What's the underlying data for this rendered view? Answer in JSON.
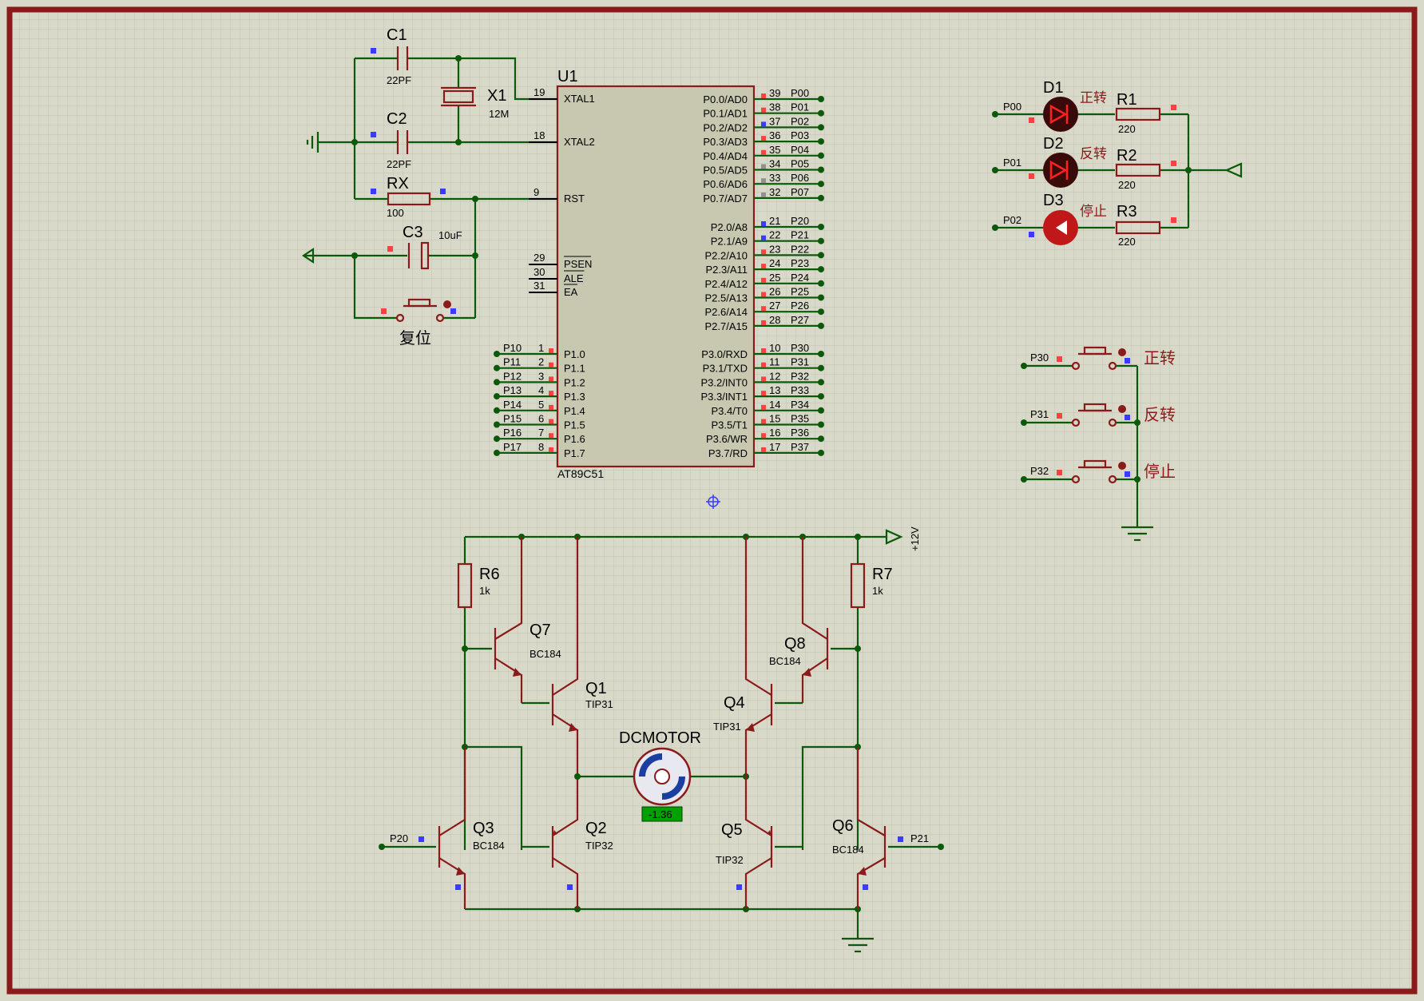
{
  "title": "",
  "colors": {
    "background": "#d9d9c9",
    "border": "#8b1a1a",
    "wire": "#0a5a0a",
    "component": "#8b1a1a",
    "chip_fill": "#c8c8b0",
    "meter": "#00a000"
  },
  "mcu": {
    "ref": "U1",
    "part": "AT89C51",
    "left_pins": [
      {
        "num": "19",
        "name": "XTAL1"
      },
      {
        "num": "18",
        "name": "XTAL2"
      },
      {
        "num": "9",
        "name": "RST"
      },
      {
        "num": "29",
        "name": "PSEN"
      },
      {
        "num": "30",
        "name": "ALE"
      },
      {
        "num": "31",
        "name": "EA"
      }
    ],
    "p1_pins": [
      {
        "net": "P10",
        "num": "1",
        "name": "P1.0"
      },
      {
        "net": "P11",
        "num": "2",
        "name": "P1.1"
      },
      {
        "net": "P12",
        "num": "3",
        "name": "P1.2"
      },
      {
        "net": "P13",
        "num": "4",
        "name": "P1.3"
      },
      {
        "net": "P14",
        "num": "5",
        "name": "P1.4"
      },
      {
        "net": "P15",
        "num": "6",
        "name": "P1.5"
      },
      {
        "net": "P16",
        "num": "7",
        "name": "P1.6"
      },
      {
        "net": "P17",
        "num": "8",
        "name": "P1.7"
      }
    ],
    "p0_pins": [
      {
        "num": "39",
        "name": "P0.0/AD0",
        "net": "P00"
      },
      {
        "num": "38",
        "name": "P0.1/AD1",
        "net": "P01"
      },
      {
        "num": "37",
        "name": "P0.2/AD2",
        "net": "P02"
      },
      {
        "num": "36",
        "name": "P0.3/AD3",
        "net": "P03"
      },
      {
        "num": "35",
        "name": "P0.4/AD4",
        "net": "P04"
      },
      {
        "num": "34",
        "name": "P0.5/AD5",
        "net": "P05"
      },
      {
        "num": "33",
        "name": "P0.6/AD6",
        "net": "P06"
      },
      {
        "num": "32",
        "name": "P0.7/AD7",
        "net": "P07"
      }
    ],
    "p2_pins": [
      {
        "num": "21",
        "name": "P2.0/A8",
        "net": "P20"
      },
      {
        "num": "22",
        "name": "P2.1/A9",
        "net": "P21"
      },
      {
        "num": "23",
        "name": "P2.2/A10",
        "net": "P22"
      },
      {
        "num": "24",
        "name": "P2.3/A11",
        "net": "P23"
      },
      {
        "num": "25",
        "name": "P2.4/A12",
        "net": "P24"
      },
      {
        "num": "26",
        "name": "P2.5/A13",
        "net": "P25"
      },
      {
        "num": "27",
        "name": "P2.6/A14",
        "net": "P26"
      },
      {
        "num": "28",
        "name": "P2.7/A15",
        "net": "P27"
      }
    ],
    "p3_pins": [
      {
        "num": "10",
        "name": "P3.0/RXD",
        "net": "P30"
      },
      {
        "num": "11",
        "name": "P3.1/TXD",
        "net": "P31"
      },
      {
        "num": "12",
        "name": "P3.2/INT0",
        "net": "P32"
      },
      {
        "num": "13",
        "name": "P3.3/INT1",
        "net": "P33"
      },
      {
        "num": "14",
        "name": "P3.4/T0",
        "net": "P34"
      },
      {
        "num": "15",
        "name": "P3.5/T1",
        "net": "P35"
      },
      {
        "num": "16",
        "name": "P3.6/WR",
        "net": "P36"
      },
      {
        "num": "17",
        "name": "P3.7/RD",
        "net": "P37"
      }
    ]
  },
  "components": {
    "c1": {
      "ref": "C1",
      "value": "22PF"
    },
    "c2": {
      "ref": "C2",
      "value": "22PF"
    },
    "x1": {
      "ref": "X1",
      "value": "12M"
    },
    "rx": {
      "ref": "RX",
      "value": "100"
    },
    "c3": {
      "ref": "C3",
      "value": "10uF"
    },
    "reset_button": {
      "label": "复位"
    },
    "d1": {
      "ref": "D1",
      "label": "正转",
      "net": "P00"
    },
    "d2": {
      "ref": "D2",
      "label": "反转",
      "net": "P01"
    },
    "d3": {
      "ref": "D3",
      "label": "停止",
      "net": "P02"
    },
    "r1": {
      "ref": "R1",
      "value": "220"
    },
    "r2": {
      "ref": "R2",
      "value": "220"
    },
    "r3": {
      "ref": "R3",
      "value": "220"
    },
    "k1": {
      "label": "正转",
      "net": "P30"
    },
    "k2": {
      "label": "反转",
      "net": "P31"
    },
    "k3": {
      "label": "停止",
      "net": "P32"
    },
    "r6": {
      "ref": "R6",
      "value": "1k"
    },
    "r7": {
      "ref": "R7",
      "value": "1k"
    },
    "q1": {
      "ref": "Q1",
      "value": "TIP31"
    },
    "q2": {
      "ref": "Q2",
      "value": "TIP32"
    },
    "q3": {
      "ref": "Q3",
      "value": "BC184",
      "net": "P20"
    },
    "q4": {
      "ref": "Q4",
      "value": "TIP31"
    },
    "q5": {
      "ref": "Q5",
      "value": "TIP32"
    },
    "q6": {
      "ref": "Q6",
      "value": "BC184",
      "net": "P21"
    },
    "q7": {
      "ref": "Q7",
      "value": "BC184"
    },
    "q8": {
      "ref": "Q8",
      "value": "BC184"
    },
    "motor": {
      "ref": "DCMOTOR",
      "reading": "-1.36"
    },
    "supply": {
      "label": "+12V"
    }
  }
}
